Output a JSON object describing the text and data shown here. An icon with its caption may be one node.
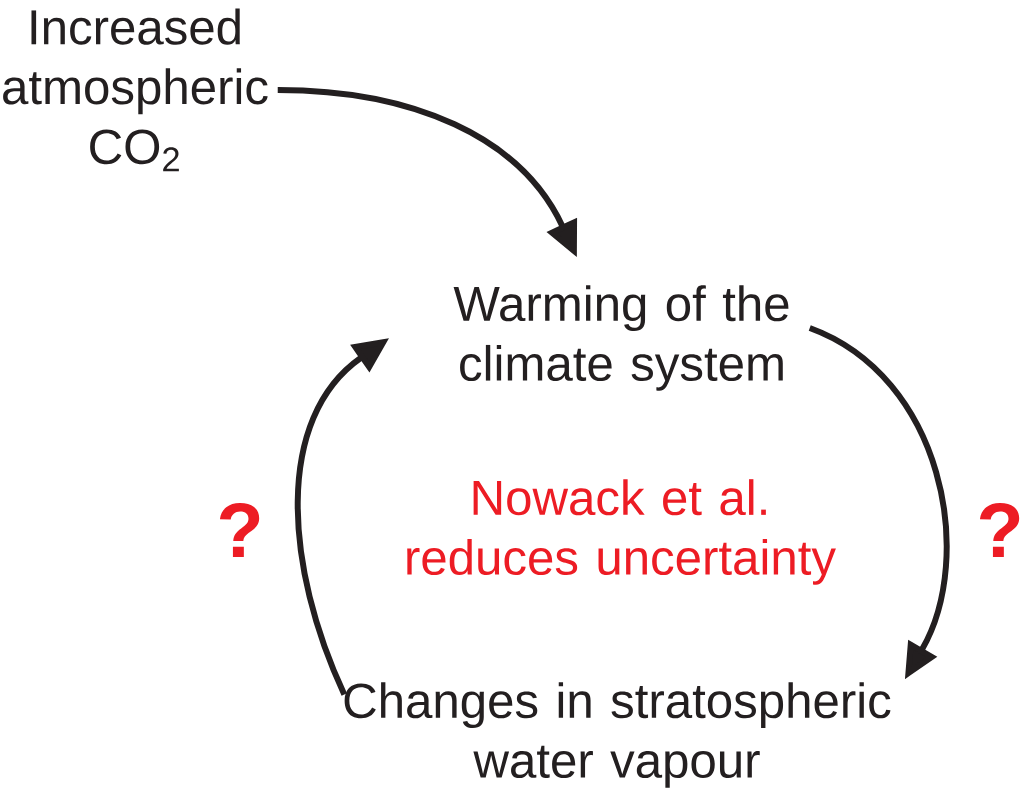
{
  "diagram": {
    "nodes": [
      {
        "text": [
          "Increased atmospheric CO$_{2}$"
        ]
      },
      {
        "text": [
          "Warming of the climate system"
        ]
      },
      {
        "text": [
          "Changes in stratospheric water vapour"
        ]
      }
    ],
    "edges": [
      {
        "from": 0,
        "to": 1,
        "arrow": "to"
      },
      {
        "from": 1,
        "to": 2,
        "arrow": "to",
        "label": "?"
      },
      {
        "from": 2,
        "to": 1,
        "arrow": "to",
        "label": "?"
      }
    ],
    "labels": [
      "Nowack et al. reduces uncertainty"
    ]
  }
}
